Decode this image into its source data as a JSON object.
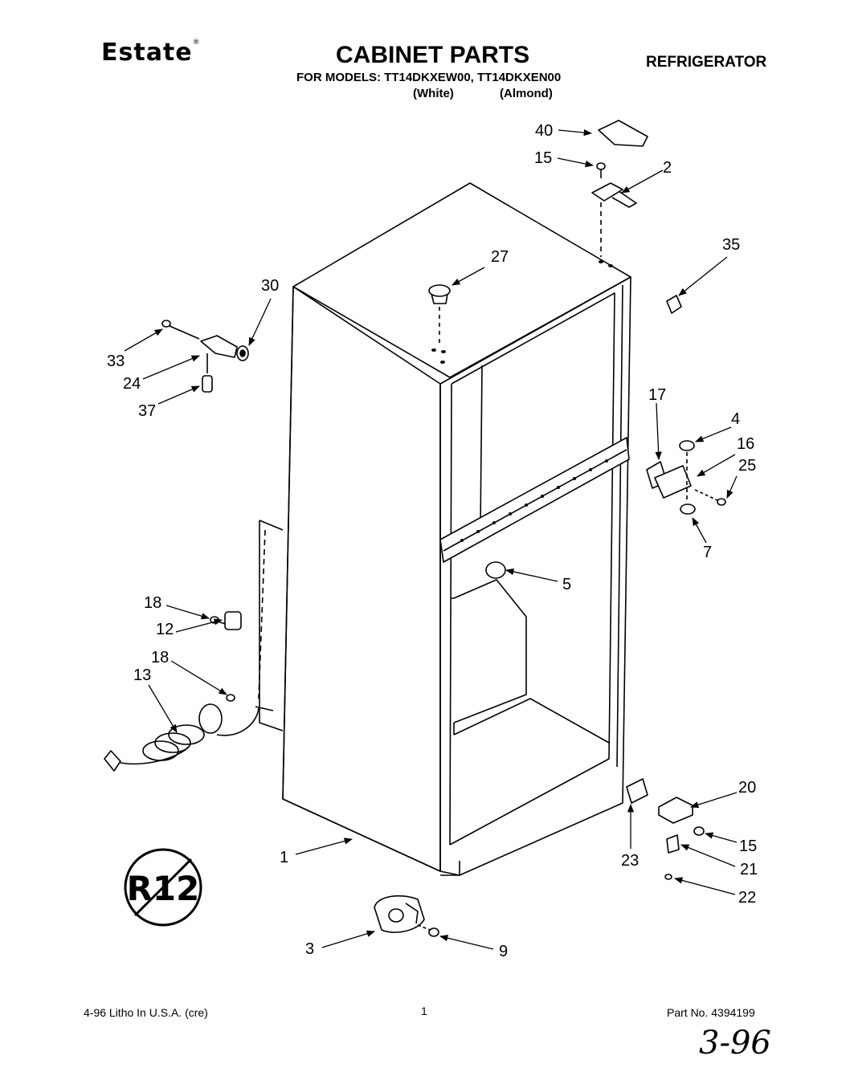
{
  "header": {
    "brand": "Estate",
    "title": "CABINET PARTS",
    "category": "REFRIGERATOR",
    "models": "FOR MODELS: TT14DKXEW00, TT14DKXEN00",
    "variant_1": "(White)",
    "variant_2": "(Almond)"
  },
  "callouts": {
    "p40": "40",
    "p15a": "15",
    "p2": "2",
    "p35": "35",
    "p27": "27",
    "p30": "30",
    "p33": "33",
    "p24": "24",
    "p37": "37",
    "p17": "17",
    "p4": "4",
    "p16": "16",
    "p25": "25",
    "p7": "7",
    "p5": "5",
    "p18a": "18",
    "p12": "12",
    "p18b": "18",
    "p13": "13",
    "p20": "20",
    "p15b": "15",
    "p23": "23",
    "p21": "21",
    "p22": "22",
    "p1": "1",
    "p3": "3",
    "p9": "9"
  },
  "symbol": {
    "label": "R12"
  },
  "footer": {
    "left": "4-96 Litho In U.S.A. (cre)",
    "page": "1",
    "part_no": "Part No. 4394199",
    "handwritten": "3-96"
  }
}
